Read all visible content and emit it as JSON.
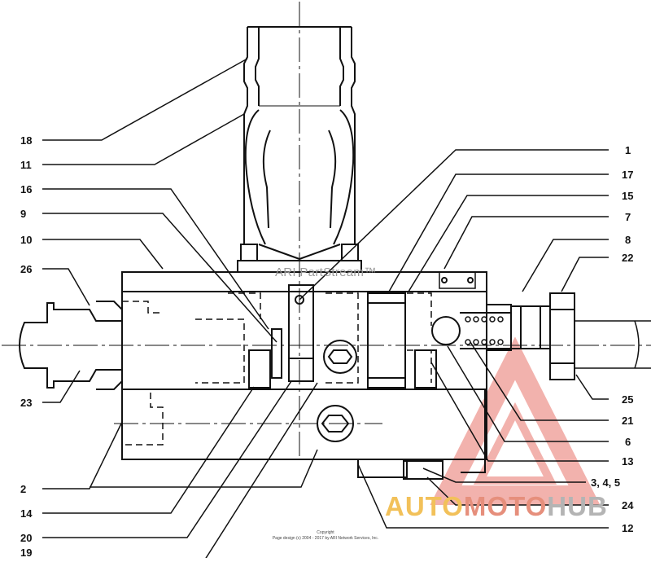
{
  "callouts": {
    "left": [
      "18",
      "11",
      "16",
      "9",
      "10",
      "26",
      "23",
      "2",
      "14",
      "20",
      "19"
    ],
    "right": [
      "1",
      "17",
      "15",
      "7",
      "8",
      "22",
      "25",
      "21",
      "6",
      "13",
      "3, 4, 5",
      "24",
      "12"
    ]
  },
  "watermark": {
    "ari": "ARI PartStream™",
    "brand_auto": "AUTO",
    "brand_moto": "MOTO",
    "brand_hub": "HUB"
  },
  "footer": {
    "copyright": "Copyright",
    "credit": "Page design (c) 2004 - 2017 by ARI Network Services, Inc."
  },
  "colors": {
    "line": "#111111",
    "triangle": "#e9746b",
    "auto": "#f2c15a",
    "moto": "#e68f7c",
    "hub": "#b4b4b4"
  }
}
